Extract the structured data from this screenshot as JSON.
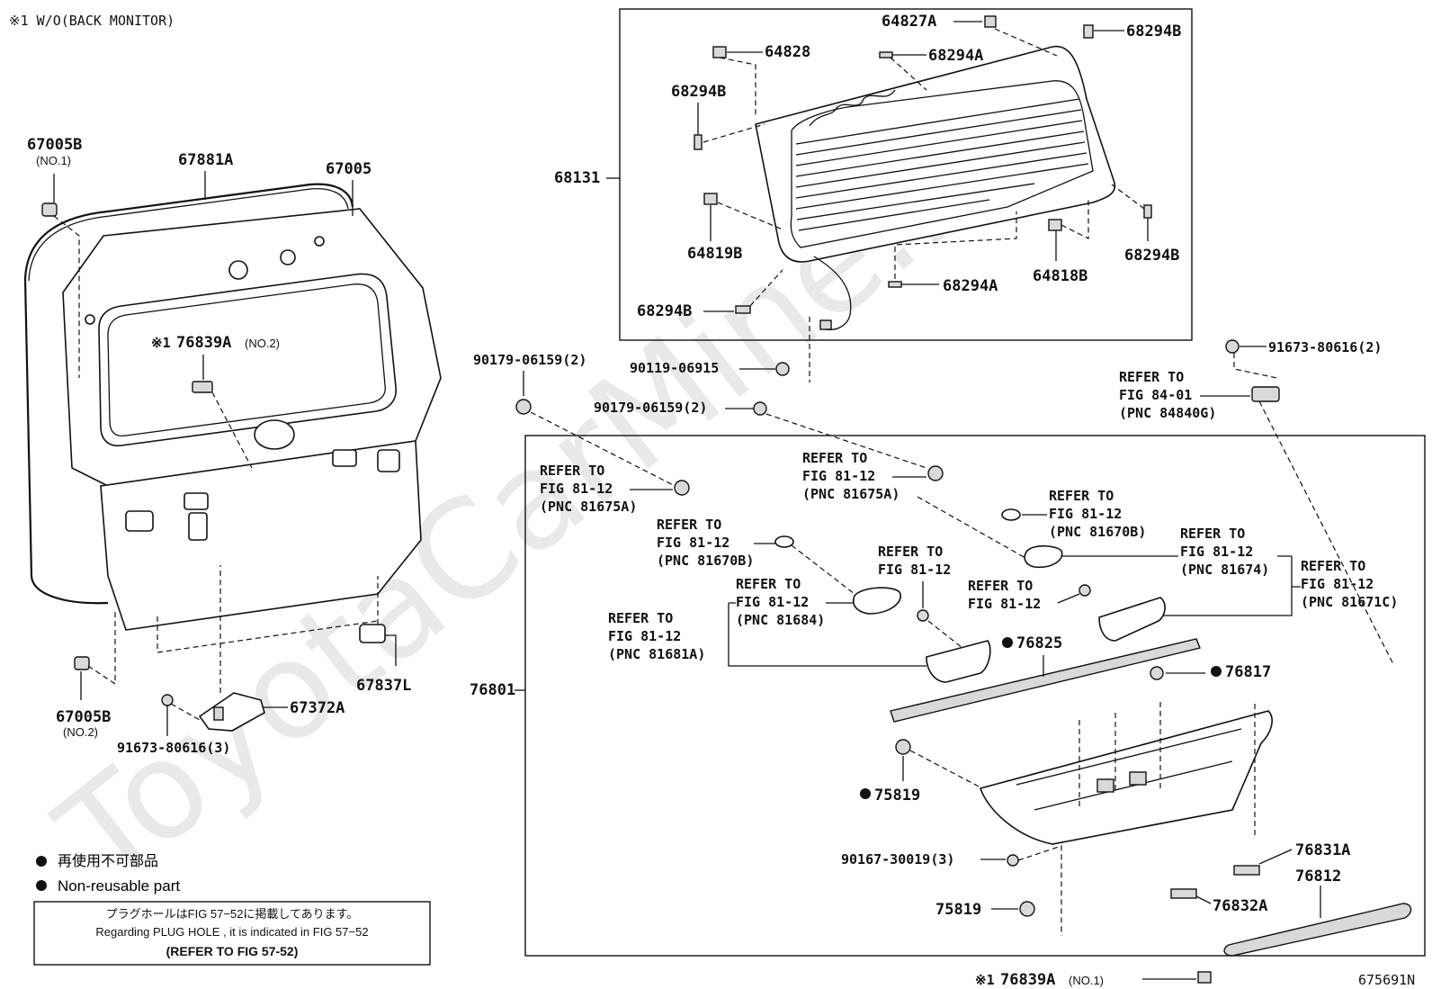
{
  "header_note": "※1 W/O(BACK MONITOR)",
  "diagram_id": "675691N",
  "watermark": "ToyotaCarMine.ru",
  "parts": {
    "p67005B_1": "67005B",
    "p67005B_1_sub": "(NO.1)",
    "p67881A": "67881A",
    "p67005": "67005",
    "p76839A_2": "76839A",
    "p76839A_2_prefix": "※1",
    "p76839A_2_sub": "(NO.2)",
    "p67005B_2": "67005B",
    "p67005B_2_sub": "(NO.2)",
    "p91673_3": "91673-80616(3)",
    "p67372A": "67372A",
    "p67837L": "67837L",
    "p64827A": "64827A",
    "p68294B_a": "68294B",
    "p64828": "64828",
    "p68294A_a": "68294A",
    "p68294B_b": "68294B",
    "p68131": "68131",
    "p64819B": "64819B",
    "p68294B_c": "68294B",
    "p68294B_d": "68294B",
    "p68294A_b": "68294A",
    "p64818B": "64818B",
    "p90179_a": "90179-06159(2)",
    "p90119": "90119-06915",
    "p90179_b": "90179-06159(2)",
    "p91673_2": "91673-80616(2)",
    "p76801": "76801",
    "p76825": "76825",
    "p76817": "76817",
    "p75819_a": "75819",
    "p90167": "90167-30019(3)",
    "p75819_b": "75819",
    "p76831A": "76831A",
    "p76812": "76812",
    "p76832A": "76832A",
    "p76839A_1": "76839A",
    "p76839A_1_prefix": "※1",
    "p76839A_1_sub": "(NO.1)"
  },
  "refs": {
    "r84": [
      "REFER TO",
      "FIG 84-01",
      "(PNC 84840G)"
    ],
    "r81675A_l": [
      "REFER TO",
      "FIG 81-12",
      "(PNC 81675A)"
    ],
    "r81675A_r": [
      "REFER TO",
      "FIG 81-12",
      "(PNC 81675A)"
    ],
    "r81670B_l": [
      "REFER TO",
      "FIG 81-12",
      "(PNC 81670B)"
    ],
    "r81670B_r": [
      "REFER TO",
      "FIG 81-12",
      "(PNC 81670B)"
    ],
    "r81674": [
      "REFER TO",
      "FIG 81-12",
      "(PNC 81674)"
    ],
    "r81671C": [
      "REFER TO",
      "FIG 81-12",
      "(PNC 81671C)"
    ],
    "r81_plain_l": [
      "REFER TO",
      "FIG 81-12"
    ],
    "r81_plain_r": [
      "REFER TO",
      "FIG 81-12"
    ],
    "r81684": [
      "REFER TO",
      "FIG 81-12",
      "(PNC 81684)"
    ],
    "r81681A": [
      "REFER TO",
      "FIG 81-12",
      "(PNC 81681A)"
    ]
  },
  "legend": {
    "jp": "再使用不可部品",
    "en": "Non-reusable part"
  },
  "plug_note": {
    "jp": "プラグホールはFIG 57−52に掲載してあります。",
    "en": "Regarding  PLUG  HOLE , it is indicated in FIG  57−52",
    "ref": "(REFER  TO  FIG  57-52)"
  }
}
